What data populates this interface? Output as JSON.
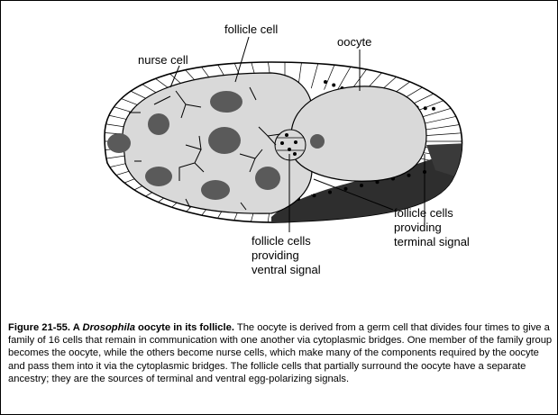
{
  "labels": {
    "follicle_cell": "follicle cell",
    "oocyte": "oocyte",
    "nurse_cell": "nurse cell",
    "terminal_1": "follicle cells",
    "terminal_2": "providing",
    "terminal_3": "terminal signal",
    "ventral_1": "follicle cells",
    "ventral_2": "providing",
    "ventral_3": "ventral signal"
  },
  "caption": {
    "title_prefix": "Figure 21-55. A ",
    "title_italic": "Drosophila",
    "title_suffix": " oocyte in its follicle.",
    "body": " The oocyte is derived from a germ cell that divides four times to give a family of 16 cells that remain in communication with one another via cytoplasmic bridges. One member of the family group becomes the oocyte, while the others become nurse cells, which make many of the components required by the oocyte and pass them into it via the cytoplasmic bridges. The follicle cells that partially surround the oocyte have a separate ancestry; they are the sources of terminal and ventral egg-polarizing signals."
  },
  "colors": {
    "nurse_fill": "#d9d9d9",
    "nucleus_fill": "#5a5a5a",
    "signal_cells": "#2e2e2e",
    "outline": "#000000"
  }
}
